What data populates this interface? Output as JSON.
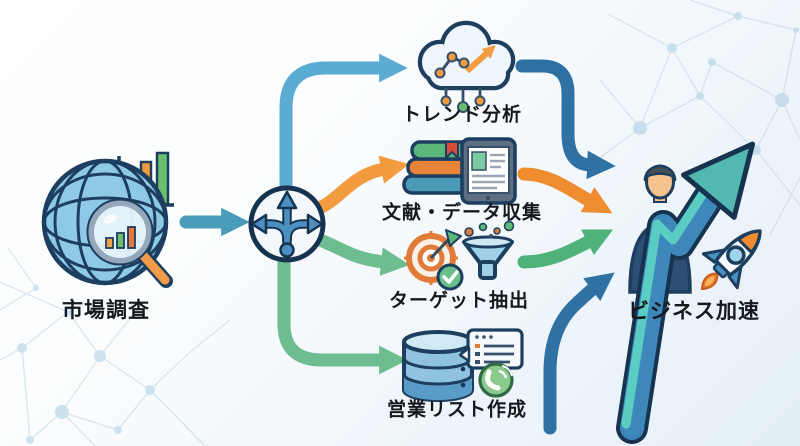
{
  "diagram": {
    "source": {
      "label": "市場調査",
      "icon": "globe-magnifier-bar-chart"
    },
    "splitter": {
      "icon": "three-way-branch-arrow"
    },
    "branches": [
      {
        "label": "トレンド分析",
        "icon": "cloud-trend-network",
        "in_arrow_color": "#5babd2",
        "out_arrow_color": "#2f71a3"
      },
      {
        "label": "文献・データ収集",
        "icon": "books-and-tablet",
        "in_arrow_color": "#f29b3f",
        "out_arrow_color": "#ef8c30"
      },
      {
        "label": "ターゲット抽出",
        "icon": "target-dart-funnel",
        "in_arrow_color": "#6dbd90",
        "out_arrow_color": "#4fb27a"
      },
      {
        "label": "営業リスト作成",
        "icon": "database-list-phone",
        "in_arrow_color": "#6dbd90",
        "out_arrow_color": "#2f71a3"
      }
    ],
    "result": {
      "label": "ビジネス加速",
      "icon": "businessman-growth-arrow-rocket"
    },
    "main_arrow_color": "#4a9cba",
    "outline_color": "#1d3e5e",
    "background_color": "#eef5fa",
    "accent_colors": {
      "orange": "#f29b3f",
      "green": "#6dbd90",
      "light_blue": "#5babd2",
      "dark_blue": "#2f71a3",
      "teal": "#53b8b0"
    }
  }
}
